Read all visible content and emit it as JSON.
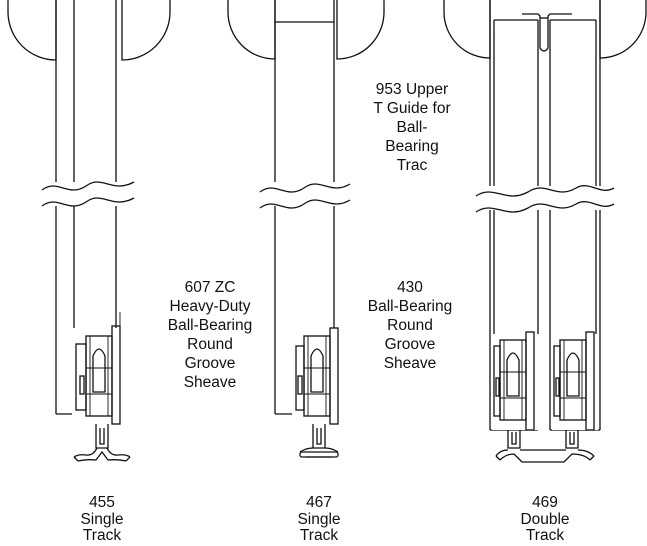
{
  "callouts": {
    "upper_guide": [
      "953 Upper",
      "T Guide for",
      "Ball-",
      "Bearing",
      "Trac"
    ],
    "heavy_sheave": [
      "607 ZC",
      "Heavy-Duty",
      "Ball-Bearing",
      "Round",
      "Groove",
      "Sheave"
    ],
    "ball_sheave": [
      "430",
      "Ball-Bearing",
      "Round",
      "Groove",
      "Sheave"
    ]
  },
  "captions": [
    [
      "455",
      "Single",
      "Track"
    ],
    [
      "467",
      "Single",
      "Track"
    ],
    [
      "469",
      "Double",
      "Track"
    ]
  ]
}
